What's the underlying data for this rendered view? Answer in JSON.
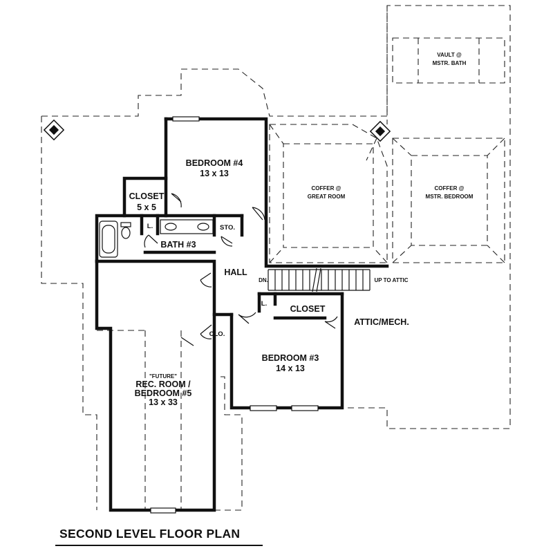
{
  "plan_title": "SECOND LEVEL FLOOR PLAN",
  "rooms": {
    "bedroom4": {
      "name": "BEDROOM #4",
      "size": "13 x 13"
    },
    "closet_upper": {
      "name": "CLOSET",
      "size": "5 x 5"
    },
    "bath3": {
      "name": "BATH #3"
    },
    "sto": {
      "name": "STO."
    },
    "linen_upper": {
      "name": "L."
    },
    "linen_lower": {
      "name": "L."
    },
    "hall": {
      "name": "HALL"
    },
    "closet_lower": {
      "name": "CLOSET"
    },
    "clo": {
      "name": "CLO."
    },
    "bedroom3": {
      "name": "BEDROOM #3",
      "size": "14 x 13"
    },
    "rec_room": {
      "tag": "\"FUTURE\"",
      "name_line1": "REC. ROOM /",
      "name_line2": "BEDROOM #5",
      "size": "13 x 33"
    },
    "attic": {
      "name": "ATTIC/MECH."
    }
  },
  "ceilings": {
    "vault_bath": {
      "line1": "VAULT @",
      "line2": "MSTR. BATH"
    },
    "coffer_great": {
      "line1": "COFFER @",
      "line2": "GREAT ROOM"
    },
    "coffer_master": {
      "line1": "COFFER @",
      "line2": "MSTR. BEDROOM"
    }
  },
  "stairs": {
    "down_label": "DN.",
    "up_label": "UP TO ATTIC"
  }
}
